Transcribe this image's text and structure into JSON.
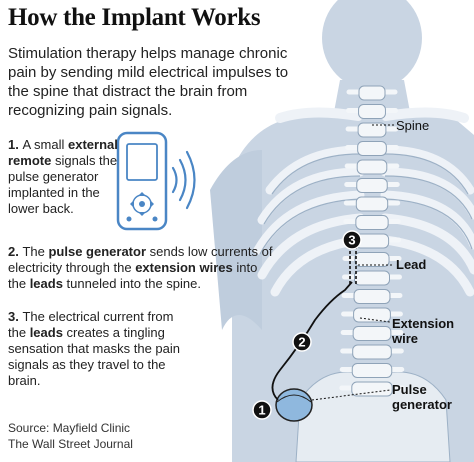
{
  "title": "How the Implant Works",
  "intro": "Stimulation therapy helps manage chronic pain by sending mild electrical impulses to the spine that distract the brain from recognizing pain signals.",
  "steps": [
    {
      "num": "1.",
      "parts": [
        "A small ",
        "external remote",
        " signals the pulse generator implanted in the lower back."
      ],
      "bold": [
        false,
        true,
        false
      ]
    },
    {
      "num": "2.",
      "parts": [
        "The ",
        "pulse generator",
        " sends low currents of electricity through the ",
        "extension wires",
        " into the ",
        "leads",
        " tunneled into the spine."
      ],
      "bold": [
        false,
        true,
        false,
        true,
        false,
        true,
        false
      ]
    },
    {
      "num": "3.",
      "parts": [
        "The electrical current from the ",
        "leads",
        " creates a tingling sensation that masks the pain signals as they travel to the brain."
      ],
      "bold": [
        false,
        true,
        false
      ]
    }
  ],
  "source_line1": "Source: Mayfield Clinic",
  "source_line2": "The Wall Street Journal",
  "labels": {
    "spine": "Spine",
    "lead": "Lead",
    "extension_line1": "Extension",
    "extension_line2": "wire",
    "pulse_line1": "Pulse",
    "pulse_line2": "generator"
  },
  "markers": [
    "1",
    "2",
    "3"
  ],
  "colors": {
    "body": "#c9d5e3",
    "body_dark": "#a9bccf",
    "bone": "#f3f6f9",
    "bone_shadow": "#8fa3b8",
    "device": "#4a86c5",
    "marker_bg": "#111111",
    "marker_fg": "#ffffff"
  },
  "icons": [
    "remote-control-icon",
    "signal-waves-icon"
  ]
}
